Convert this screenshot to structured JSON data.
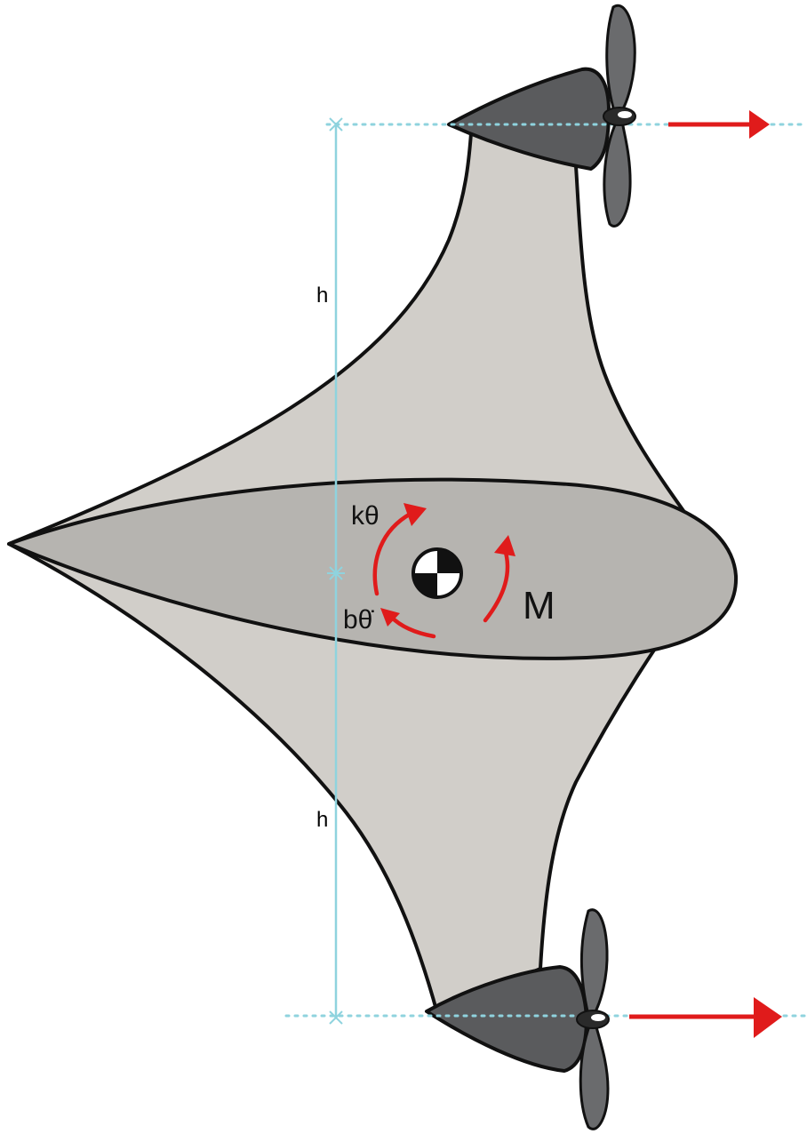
{
  "labels": {
    "h_top": "h",
    "h_bottom": "h",
    "spring": "kθ",
    "damper": "bθ̇",
    "moment": "M"
  },
  "colors": {
    "wing": "#d1cec9",
    "body": "#b6b4b0",
    "pod": "#5a5b5d",
    "propeller": "#6a6b6d",
    "outline": "#111111",
    "dimension": "#8fd3de",
    "arrow": "#e01b1b"
  },
  "icons": [
    "center-of-mass-icon",
    "propeller-icon",
    "thrust-arrow-icon",
    "moment-arrow-icon"
  ]
}
